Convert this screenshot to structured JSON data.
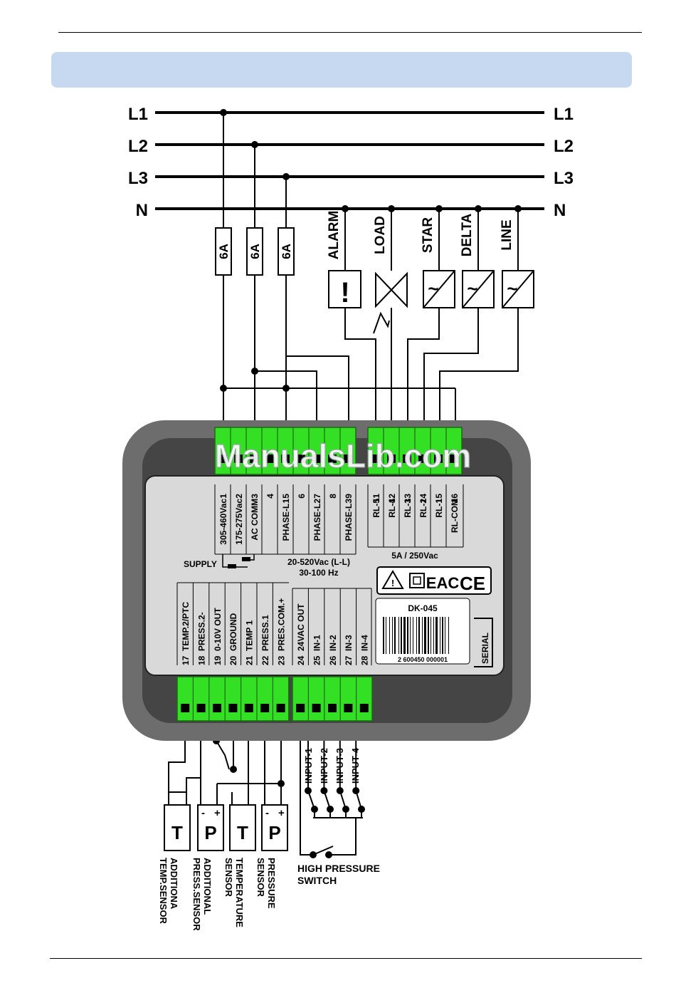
{
  "header": {
    "band_color": "#c6d9f1"
  },
  "lines": {
    "labels": [
      "L1",
      "L2",
      "L3",
      "N"
    ]
  },
  "fuses": [
    "6A",
    "6A",
    "6A"
  ],
  "loads": [
    "ALARM",
    "LOAD",
    "STAR",
    "DELTA",
    "LINE"
  ],
  "device": {
    "model": "DK-045",
    "serial_label": "SERIAL",
    "barcode_digits": "2 600450 000001",
    "marks": [
      "⚠",
      "▣",
      "EAC",
      "CE"
    ],
    "top_terminals_left": [
      {
        "num": "1",
        "label": "305-460Vac"
      },
      {
        "num": "2",
        "label": "175-275Vac"
      },
      {
        "num": "3",
        "label": "AC COMM"
      },
      {
        "num": "4",
        "label": ""
      },
      {
        "num": "5",
        "label": "PHASE-L1"
      },
      {
        "num": "6",
        "label": ""
      },
      {
        "num": "7",
        "label": "PHASE-L2"
      },
      {
        "num": "8",
        "label": ""
      },
      {
        "num": "9",
        "label": "PHASE-L3"
      }
    ],
    "top_terminals_right": [
      {
        "num": "11",
        "label": "RL-5"
      },
      {
        "num": "12",
        "label": "RL-4"
      },
      {
        "num": "13",
        "label": "RL-3"
      },
      {
        "num": "14",
        "label": "RL-2"
      },
      {
        "num": "15",
        "label": "RL-1"
      },
      {
        "num": "16",
        "label": "RL-COM"
      }
    ],
    "supply_label": "SUPPLY",
    "phase_note_1": "20-520Vac (L-L)",
    "phase_note_2": "30-100 Hz",
    "relay_note": "5A / 250Vac",
    "bottom_terminals_left": [
      {
        "num": "17",
        "label": "TEMP.2/PTC"
      },
      {
        "num": "18",
        "label": "PRESS.2-"
      },
      {
        "num": "19",
        "label": "0-10V OUT"
      },
      {
        "num": "20",
        "label": "GROUND"
      },
      {
        "num": "21",
        "label": "TEMP 1"
      },
      {
        "num": "22",
        "label": "PRESS.1"
      },
      {
        "num": "23",
        "label": "PRES.COM.+"
      }
    ],
    "bottom_terminals_right": [
      {
        "num": "24",
        "label": "24VAC OUT"
      },
      {
        "num": "25",
        "label": "IN-1"
      },
      {
        "num": "26",
        "label": "IN-2"
      },
      {
        "num": "27",
        "label": "IN-3"
      },
      {
        "num": "28",
        "label": "IN-4"
      }
    ]
  },
  "inputs": [
    "INPUT-1",
    "INPUT-2",
    "INPUT-3",
    "INPUT-4"
  ],
  "high_pressure_switch": "HIGH PRESSURE\nSWITCH",
  "sensors": [
    {
      "symbol": "T",
      "caption": "ADDITIONA\nTEMP.SENSOR",
      "polarity": ""
    },
    {
      "symbol": "P",
      "caption": "ADDITIONAL\nPRESS.SENSOR",
      "polarity": "- +"
    },
    {
      "symbol": "T",
      "caption": "TEMPERATURE\nSENSOR",
      "polarity": ""
    },
    {
      "symbol": "P",
      "caption": "PRESSURE\nSENSOR",
      "polarity": "- +"
    }
  ],
  "watermark": "ManualsLib.com",
  "colors": {
    "terminal_green": "#33e024",
    "case_outer": "#6d6d6d",
    "case_inner": "#454545",
    "panel": "#d9d9d9"
  }
}
